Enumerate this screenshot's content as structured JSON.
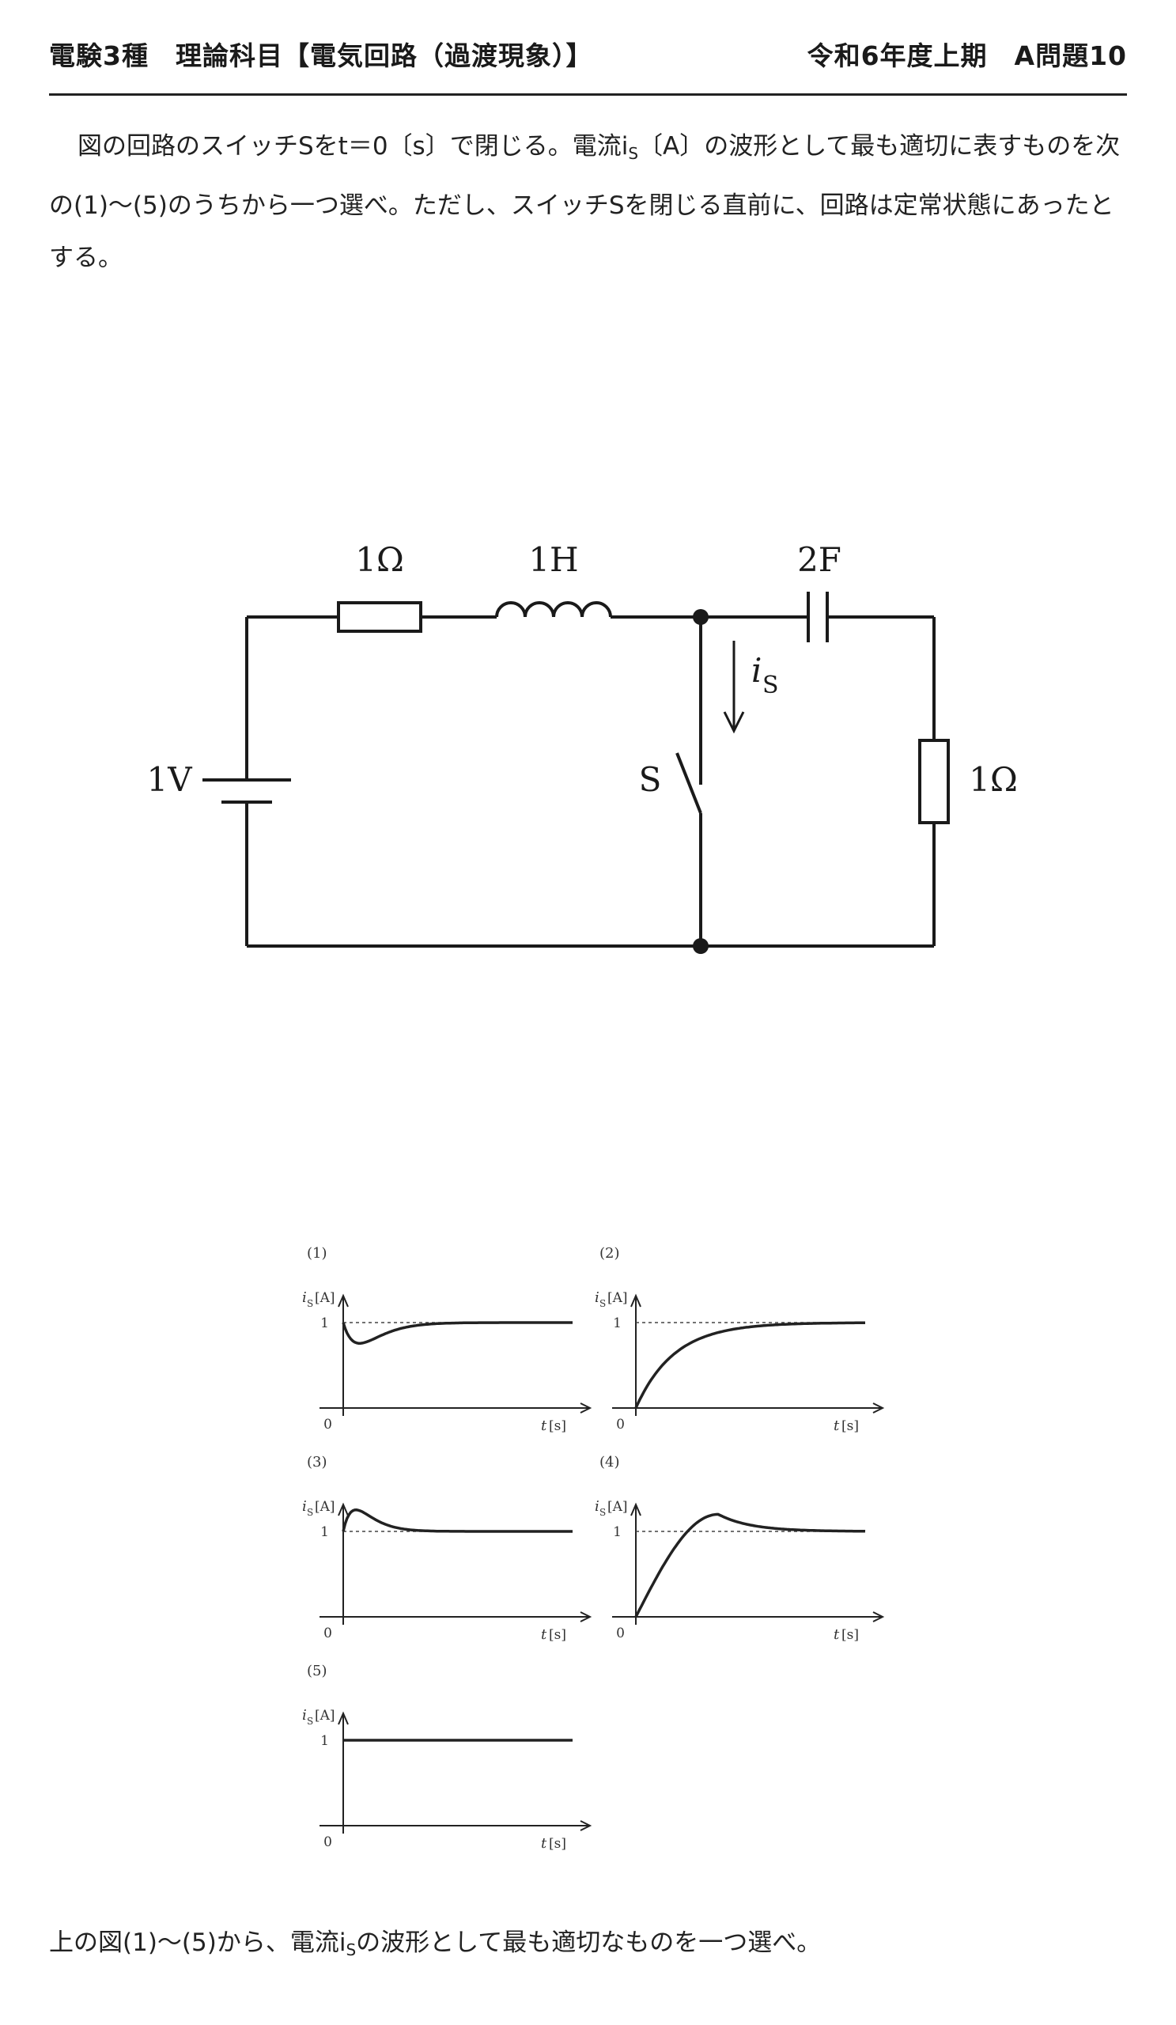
{
  "header": {
    "left": "電験3種　理論科目【電気回路（過渡現象）】",
    "right": "令和6年度上期　A問題10"
  },
  "question": {
    "part1": "図の回路のスイッチSをt＝0〔s〕で閉じる。電流i",
    "sub": "S",
    "part2": "〔A〕の波形として最も適切に表すものを次の(1)〜(5)のうちから一つ選べ。ただし、スイッチSを閉じる直前に、回路は定常状態にあったとする。"
  },
  "circuit": {
    "r1_label": "1Ω",
    "l_label": "1H",
    "c_label": "2F",
    "v_label": "1V",
    "switch_label": "S",
    "current_label": "i",
    "current_sub": "S",
    "r2_label": "1Ω"
  },
  "graphs": {
    "y_label": "i",
    "y_sub": "S",
    "y_unit": "[A]",
    "y_one": "1",
    "origin": "0",
    "x_label": "t",
    "x_unit": "[s]",
    "items": [
      {
        "label": "(1)",
        "shape": "dip-then-recover"
      },
      {
        "label": "(2)",
        "shape": "rise-from-zero"
      },
      {
        "label": "(3)",
        "shape": "overshoot-from-one"
      },
      {
        "label": "(4)",
        "shape": "rise-overshoot-from-zero"
      },
      {
        "label": "(5)",
        "shape": "constant-one"
      }
    ]
  },
  "footer": {
    "part1": "上の図(1)〜(5)から、電流i",
    "sub": "S",
    "part2": "の波形として最も適切なものを一つ選べ。"
  }
}
